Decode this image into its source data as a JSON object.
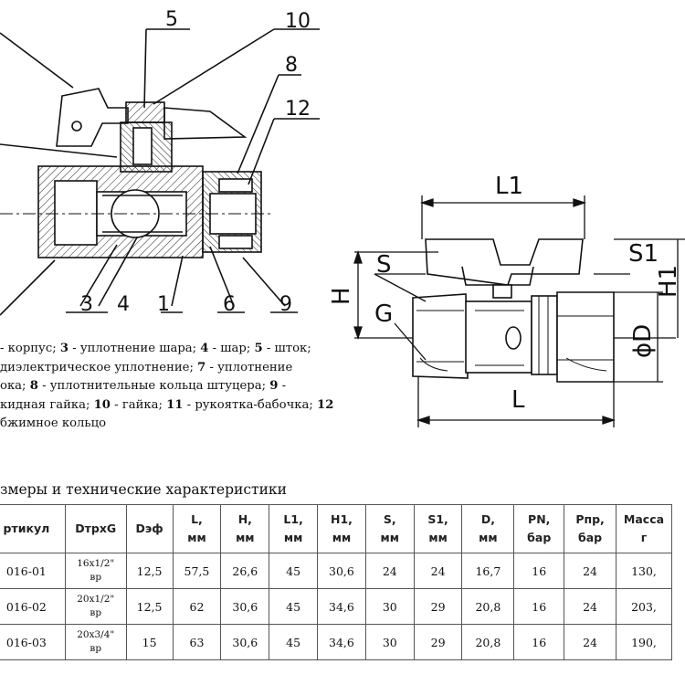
{
  "callouts": {
    "left_top": [
      "5",
      "10",
      "8",
      "12"
    ],
    "left_bottom": [
      "3",
      "4",
      "1",
      "6",
      "9"
    ]
  },
  "dimensions": {
    "L1": "L1",
    "S": "S",
    "S1": "S1",
    "H": "H",
    "H1": "H1",
    "G": "G",
    "D": "ϕD",
    "L": "L"
  },
  "legend": [
    {
      "bold": "",
      "text": " - корпус; "
    },
    {
      "bold": "3",
      "text": " - уплотнение шара; "
    },
    {
      "bold": "4",
      "text": " - шар; "
    },
    {
      "bold": "5",
      "text": " - шток;"
    },
    {
      "bold": "",
      "text": "диэлектрическое уплотнение; "
    },
    {
      "bold": "7",
      "text": " - уплотнение"
    },
    {
      "bold": "",
      "text": "ока; "
    },
    {
      "bold": "8",
      "text": " - уплотнительные кольца штуцера; "
    },
    {
      "bold": "9",
      "text": " -"
    },
    {
      "bold": "",
      "text": "кидная гайка; "
    },
    {
      "bold": "10",
      "text": " - гайка; "
    },
    {
      "bold": "11",
      "text": " - рукоятка-бабочка; "
    },
    {
      "bold": "12",
      "text": ""
    },
    {
      "bold": "",
      "text": "бжимное кольцо"
    }
  ],
  "table_caption": "змеры и технические характеристики",
  "table": {
    "headers": [
      [
        "ртикул"
      ],
      [
        "DтрxG"
      ],
      [
        "Dэф"
      ],
      [
        "L,",
        "мм"
      ],
      [
        "H,",
        "мм"
      ],
      [
        "L1,",
        "мм"
      ],
      [
        "H1,",
        "мм"
      ],
      [
        "S,",
        "мм"
      ],
      [
        "S1,",
        "мм"
      ],
      [
        "D,",
        "мм"
      ],
      [
        "PN,",
        "бар"
      ],
      [
        "Pпр,",
        "бар"
      ],
      [
        "Масса",
        "г"
      ]
    ],
    "rows": [
      [
        "016-01",
        "16x1/2\"|вр",
        "12,5",
        "57,5",
        "26,6",
        "45",
        "30,6",
        "24",
        "24",
        "16,7",
        "16",
        "24",
        "130,"
      ],
      [
        "016-02",
        "20x1/2\"|вр",
        "12,5",
        "62",
        "30,6",
        "45",
        "34,6",
        "30",
        "29",
        "20,8",
        "16",
        "24",
        "203,"
      ],
      [
        "016-03",
        "20x3/4\"|вр",
        "15",
        "63",
        "30,6",
        "45",
        "34,6",
        "30",
        "29",
        "20,8",
        "16",
        "24",
        "190,"
      ]
    ]
  }
}
